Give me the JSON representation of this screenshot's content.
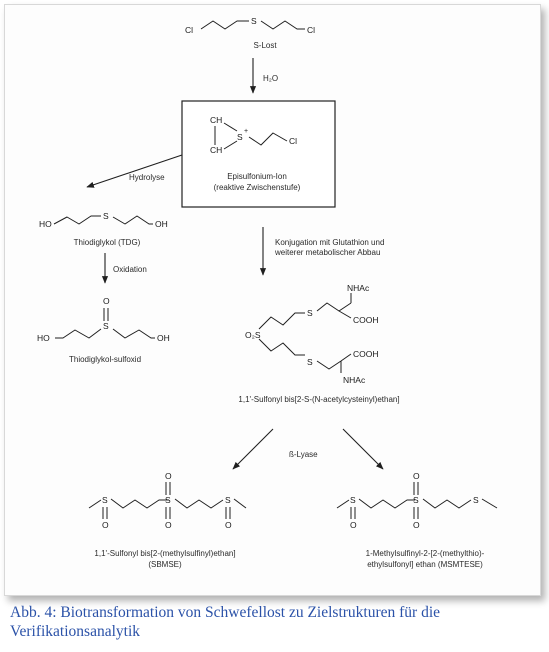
{
  "diagram": {
    "nodes": {
      "s_lost": {
        "name": "S-Lost",
        "atoms": {
          "cl1": "Cl",
          "s": "S",
          "cl2": "Cl"
        }
      },
      "episulfonium": {
        "atoms": {
          "ch1": "CH",
          "ch2": "CH",
          "s": "S",
          "charge": "+",
          "cl": "Cl"
        },
        "name_line1": "Episulfonium-Ion",
        "name_line2": "(reaktive Zwischenstufe)"
      },
      "tdg": {
        "name": "Thiodiglykol (TDG)",
        "atoms": {
          "ho": "HO",
          "s": "S",
          "oh": "OH"
        }
      },
      "tdg_sulfoxid": {
        "name": "Thiodiglykol-sulfoxid",
        "atoms": {
          "o": "O",
          "s": "S",
          "ho": "HO",
          "oh": "OH"
        }
      },
      "conjugate": {
        "name": "1,1'-Sulfonyl bis[2-S-(N-acetylcysteinyl)ethan]",
        "atoms": {
          "o2s": "O₂S",
          "s_top": "S",
          "nhac_top": "NHAc",
          "cooh_top": "COOH",
          "s_bot": "S",
          "cooh_bot": "COOH",
          "nhac_bot": "NHAc"
        }
      },
      "sbmse": {
        "name_line1": "1,1'-Sulfonyl bis[2-(methylsulfinyl)ethan]",
        "name_line2": "(SBMSE)",
        "atoms": {
          "s1": "S",
          "o1": "O",
          "s2": "S",
          "o2a": "O",
          "o2b": "O",
          "s3": "S",
          "o3": "O"
        }
      },
      "msmtese": {
        "name_line1": "1-Methylsulfinyl-2-[2-(methylthio)-",
        "name_line2": "ethylsulfonyl] ethan (MSMTESE)",
        "atoms": {
          "s1": "S",
          "o1": "O",
          "s2": "S",
          "o2a": "O",
          "o2b": "O",
          "s3": "S"
        }
      }
    },
    "edges": {
      "h2o": "H₂O",
      "hydrolyse": "Hydrolyse",
      "oxidation": "Oxidation",
      "konjugation_line1": "Konjugation mit Glutathion und",
      "konjugation_line2": "weiterer metabolischer Abbau",
      "b_lyase": "ß-Lyase"
    }
  },
  "caption": {
    "line1": "Abb. 4: Biotransformation von Schwefellost zu Zielstrukturen für die",
    "line2": "Verifikationsanalytik"
  }
}
